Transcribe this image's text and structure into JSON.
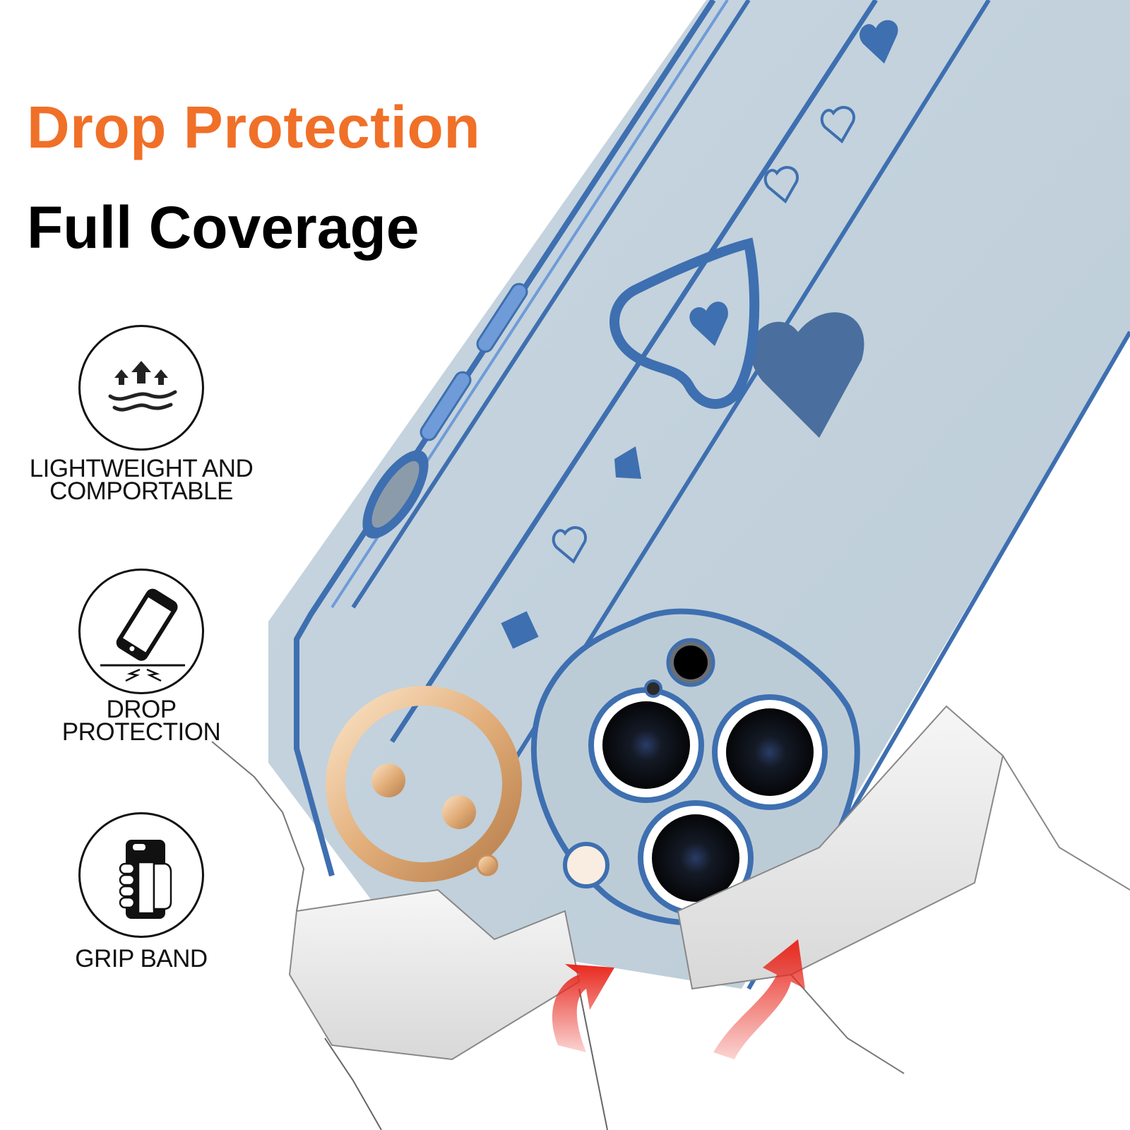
{
  "headline": {
    "title": "Drop Protection",
    "subtitle": "Full Coverage",
    "title_color": "#F07028",
    "subtitle_color": "#000000"
  },
  "features": [
    {
      "label": "LIGHTWEIGHT AND\nCOMPORTABLE",
      "icon": "lightweight-waves-arrows-icon"
    },
    {
      "label": "DROP\nPROTECTION",
      "icon": "phone-drop-icon"
    },
    {
      "label": "GRIP BAND",
      "icon": "hand-grip-phone-icon"
    }
  ],
  "product": {
    "case_color": "#C2D2DC",
    "plating_color": "#3E6FB0",
    "heart_color": "#4A6E9E",
    "ring_color": "#E8B98A",
    "arrow_color": "#E8281E"
  }
}
